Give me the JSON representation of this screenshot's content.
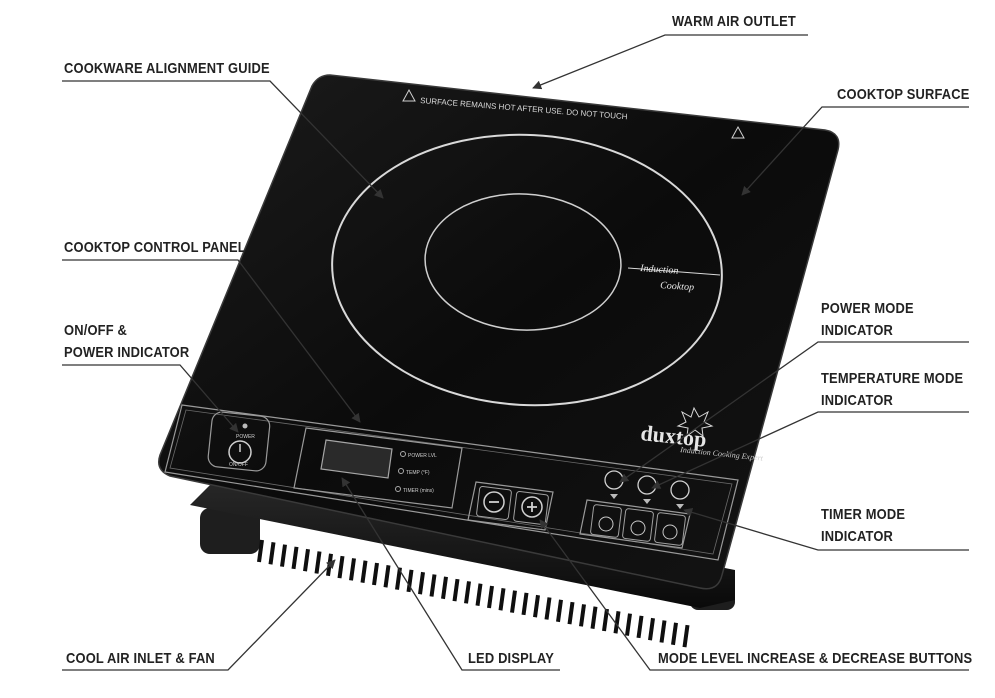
{
  "labels": {
    "warm_air_outlet": "WARM AIR OUTLET",
    "cookware_alignment_guide": "COOKWARE ALIGNMENT GUIDE",
    "cooktop_surface": "COOKTOP SURFACE",
    "cooktop_control_panel": "COOKTOP CONTROL PANEL",
    "onoff_line1": "ON/OFF &",
    "onoff_line2": "POWER INDICATOR",
    "power_mode_line1": "POWER MODE",
    "power_mode_line2": "INDICATOR",
    "temp_mode_line1": "TEMPERATURE MODE",
    "temp_mode_line2": "INDICATOR",
    "timer_mode_line1": "TIMER MODE",
    "timer_mode_line2": "INDICATOR",
    "cool_air_inlet": "COOL AIR INLET & FAN",
    "led_display": "LED DISPLAY",
    "mode_buttons": "MODE LEVEL INCREASE & DECREASE BUTTONS"
  },
  "device": {
    "warning_text": "SURFACE REMAINS HOT AFTER USE. DO NOT TOUCH",
    "zone_text_1": "Induction",
    "zone_text_2": "Cooktop",
    "brand": "duxtop",
    "tagline": "Induction Cooking Expert",
    "power_label": "POWER",
    "onoff_label": "ON/OFF",
    "mode_labels": [
      "POWER LVL",
      "TEMP (°F)",
      "TIMER (mins)"
    ]
  },
  "colors": {
    "body": "#1a1a1a",
    "glass": "#0d0d0d",
    "outline": "#bdbdbd",
    "leader": "#3a3a3a",
    "text": "#222222"
  }
}
